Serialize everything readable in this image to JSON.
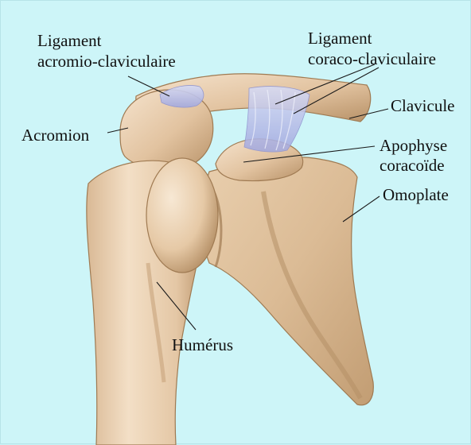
{
  "diagram": {
    "labels": {
      "ligament_ac_line1": "Ligament",
      "ligament_ac_line2": "acromio-claviculaire",
      "ligament_cc_line1": "Ligament",
      "ligament_cc_line2": "coraco-claviculaire",
      "clavicule": "Clavicule",
      "acromion": "Acromion",
      "apophyse_line1": "Apophyse",
      "apophyse_line2": "coracoïde",
      "omoplate": "Omoplate",
      "humerus": "Humérus"
    },
    "colors": {
      "background": "#cdf5f8",
      "bone_light": "#f2dcc3",
      "bone_mid": "#dcbb94",
      "bone_dark": "#a9835a",
      "ligament": "#b8bde8",
      "leader_line": "#1a1a1a"
    }
  }
}
